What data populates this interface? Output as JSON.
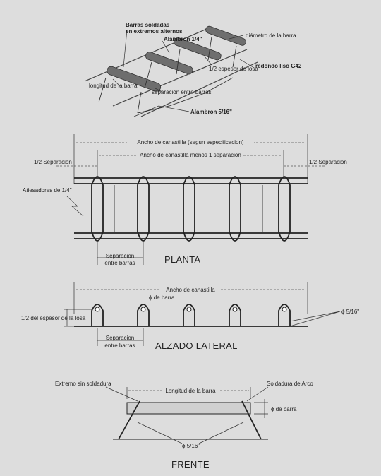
{
  "top": {
    "barras_soldadas_1": "Barras soldadas",
    "barras_soldadas_2": "en extremos alternos",
    "alambron_14": "Alambron 1/4\"",
    "diametro_barra": "diámetro de la barra",
    "redondo_liso": "redondo liso G42",
    "espesor_losa": "1/2 espesor de losa",
    "longitud_barra": "longitud de la barra",
    "separacion_barras": "separación entre barras",
    "alambron_516": "Alambron 5/16\""
  },
  "planta": {
    "ancho_canastilla": "Ancho de canastilla (segun especificacion)",
    "ancho_menos": "Ancho de canastilla menos 1 separacion",
    "half_sep_left": "1/2 Separacion",
    "half_sep_right": "1/2 Separacion",
    "atiesadores": "Atiesadores de 1/4\"",
    "sep_1": "Separacion",
    "sep_2": "entre barras",
    "title": "PLANTA"
  },
  "alzado": {
    "ancho": "Ancho de canastilla",
    "phi_barra": "ϕ de barra",
    "espesor_1": "1/2 del espesor de la losa",
    "phi_516": "ϕ 5/16\"",
    "sep_1": "Separacion",
    "sep_2": "entre barras",
    "title": "ALZADO LATERAL"
  },
  "frente": {
    "extremo": "Extremo sin soldadura",
    "soldadura": "Soldadura de Arco",
    "longitud": "Longitud de la barra",
    "phi_barra": "ϕ de barra",
    "phi_516": "ϕ 5/16\"",
    "title": "FRENTE"
  }
}
